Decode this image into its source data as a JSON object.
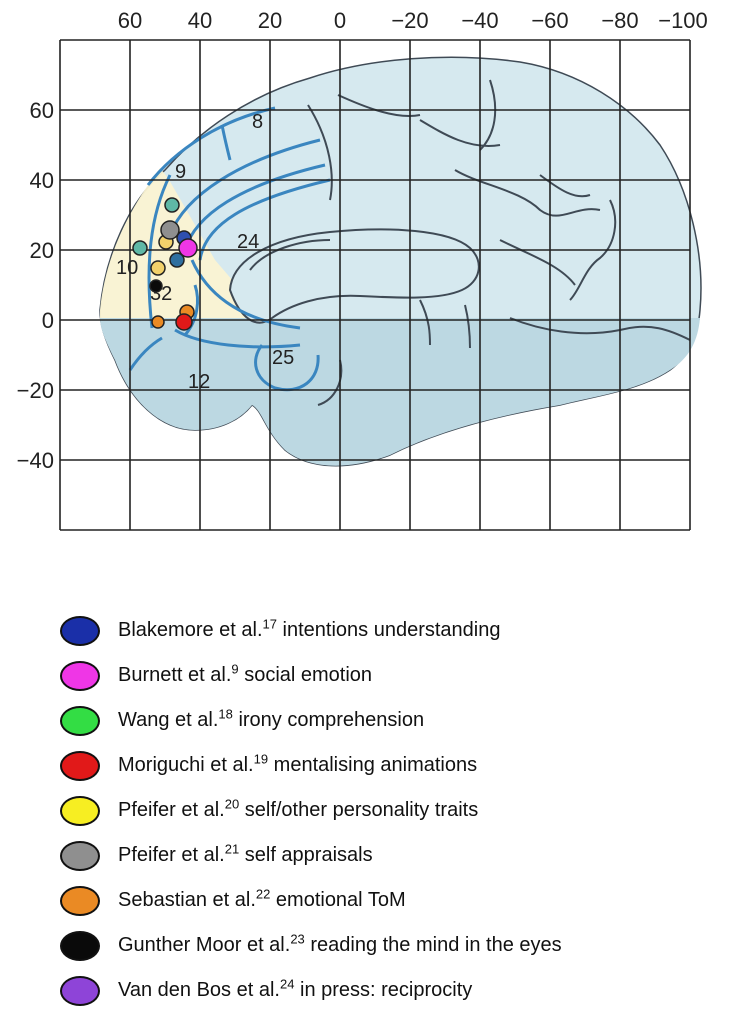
{
  "axes": {
    "x_ticks": [
      "60",
      "40",
      "20",
      "0",
      "−20",
      "−40",
      "−60",
      "−80",
      "−100"
    ],
    "y_ticks": [
      "60",
      "40",
      "20",
      "0",
      "−20",
      "−40"
    ]
  },
  "area_labels": [
    "8",
    "9",
    "10",
    "24",
    "32",
    "25",
    "12"
  ],
  "colors": {
    "brain_fill": "#d6e9ef",
    "brain_shade": "#bcd8e2",
    "prefrontal_highlight": "#fbf3d2",
    "sulcus_blue": "#3a86c0",
    "gyrus_dark": "#3f4a55",
    "grid": "#222222"
  },
  "markers": [
    {
      "study": "Blakemore",
      "color": "#1a2fa8"
    },
    {
      "study": "Burnett",
      "color": "#ef36e6"
    },
    {
      "study": "Wang",
      "color": "#33dd44"
    },
    {
      "study": "Moriguchi",
      "color": "#e11919"
    },
    {
      "study": "Pfeifer 20",
      "color": "#f7ee22"
    },
    {
      "study": "Pfeifer 21",
      "color": "#8f8f8f"
    },
    {
      "study": "Sebastian",
      "color": "#ea8a24"
    },
    {
      "study": "Gunther Moor",
      "color": "#0a0a0a"
    },
    {
      "study": "Van den Bos",
      "color": "#8e44d8"
    }
  ],
  "legend": [
    {
      "name": "Blakemore et al.",
      "ref": "17",
      "desc": "intentions understanding",
      "color": "#1a2fa8",
      "icon": "blue-dot-icon"
    },
    {
      "name": "Burnett et al.",
      "ref": "9",
      "desc": "social emotion",
      "color": "#ef36e6",
      "icon": "magenta-dot-icon"
    },
    {
      "name": "Wang et al.",
      "ref": "18",
      "desc": "irony comprehension",
      "color": "#33dd44",
      "icon": "green-dot-icon"
    },
    {
      "name": "Moriguchi et al.",
      "ref": "19",
      "desc": "mentalising animations",
      "color": "#e11919",
      "icon": "red-dot-icon"
    },
    {
      "name": "Pfeifer et al.",
      "ref": "20",
      "desc": "self/other personality traits",
      "color": "#f7ee22",
      "icon": "yellow-dot-icon"
    },
    {
      "name": "Pfeifer et al.",
      "ref": "21",
      "desc": "self appraisals",
      "color": "#8f8f8f",
      "icon": "gray-dot-icon"
    },
    {
      "name": "Sebastian et al.",
      "ref": "22",
      "desc": "emotional ToM",
      "color": "#ea8a24",
      "icon": "orange-dot-icon"
    },
    {
      "name": "Gunther Moor et al.",
      "ref": "23",
      "desc": "reading the mind in the eyes",
      "color": "#0a0a0a",
      "icon": "black-dot-icon"
    },
    {
      "name": "Van den Bos et al.",
      "ref": "24",
      "desc": "in press: reciprocity",
      "color": "#8e44d8",
      "icon": "purple-dot-icon"
    }
  ]
}
